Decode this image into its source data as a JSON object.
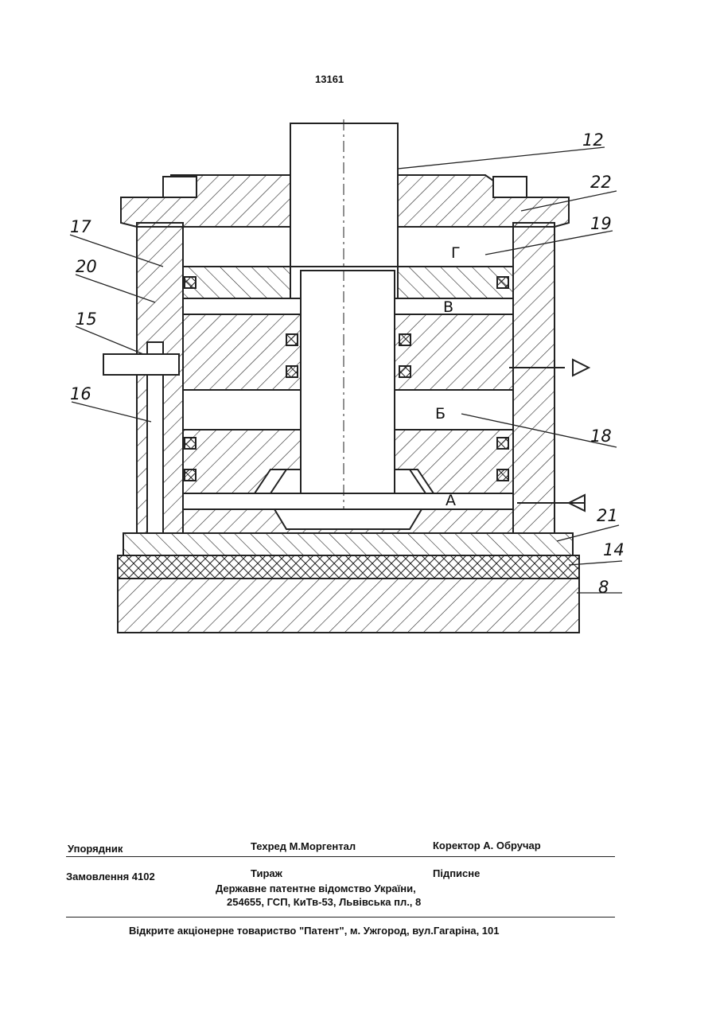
{
  "page_number": "13161",
  "drawing": {
    "part_labels": [
      "12",
      "22",
      "19",
      "17",
      "20",
      "15",
      "16",
      "18",
      "21",
      "14",
      "8"
    ],
    "chamber_labels": [
      "Г",
      "В",
      "Б",
      "А"
    ]
  },
  "colophon": {
    "compiler_label": "Упорядник",
    "tech_editor": "Техред М.Моргентал",
    "proofreader": "Коректор А. Обручар",
    "order": "Замовлення 4102",
    "circulation": "Тираж",
    "subscription": "Підписне",
    "office_line1": "Державне патентне відомство України,",
    "office_line2": "254655, ГСП, КиТв-53, Львівська пл., 8",
    "printer": "Відкрите акціонерне товариство \"Патент\", м. Ужгород, вул.Гагаріна, 101"
  }
}
